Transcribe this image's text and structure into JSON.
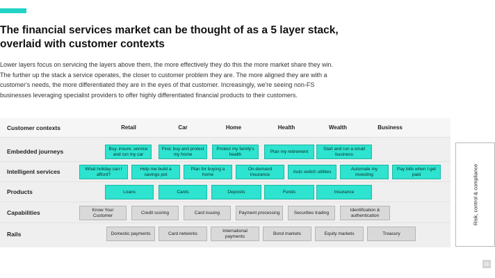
{
  "accent_color": "#22d3c5",
  "title_lines": [
    "The financial services market can be thought of as a 5 layer stack,",
    "overlaid with customer contexts"
  ],
  "body_lines": [
    "Lower layers focus on servicing the layers above them, the more effectively they do this the more market share they win.",
    "The further up the stack a service operates, the closer to customer problem they are. The more aligned they are with a",
    "customer's needs, the more differentiated they are in the eyes of that customer. Increasingly, we're seeing non-FS",
    "businesses leveraging specialist providers to offer highly differentiated financial products to their customers."
  ],
  "header": {
    "label": "Customer contexts",
    "columns": [
      "Retail",
      "Car",
      "Home",
      "Health",
      "Wealth",
      "Business"
    ]
  },
  "layers": [
    {
      "label": "Embedded journeys",
      "cells": [
        {
          "text": "Buy, insure, service and run my car",
          "style": "teal"
        },
        {
          "text": "Find, buy and protect my home",
          "style": "teal"
        },
        {
          "text": "Protect my family's health",
          "style": "teal"
        },
        {
          "text": "Plan my retirement",
          "style": "teal"
        },
        {
          "text": "Start and run a small business",
          "style": "teal"
        }
      ]
    },
    {
      "label": "Intelligent services",
      "cells": [
        {
          "text": "What holiday can I afford?",
          "style": "teal"
        },
        {
          "text": "Help me build a savings pot",
          "style": "teal"
        },
        {
          "text": "Plan for buying a home",
          "style": "teal"
        },
        {
          "text": "On-demand insurance",
          "style": "teal"
        },
        {
          "text": "Auto switch utilities",
          "style": "teal"
        },
        {
          "text": "Automate my investing",
          "style": "teal"
        },
        {
          "text": "Pay bills when I get paid",
          "style": "teal"
        }
      ]
    },
    {
      "label": "Products",
      "cells": [
        {
          "text": "Loans",
          "style": "teal"
        },
        {
          "text": "Cards",
          "style": "teal"
        },
        {
          "text": "Deposits",
          "style": "teal"
        },
        {
          "text": "Funds",
          "style": "teal"
        },
        {
          "text": "Insurance",
          "style": "teal"
        }
      ]
    },
    {
      "label": "Capabilities",
      "cells": [
        {
          "text": "Know Your Customer",
          "style": "grey"
        },
        {
          "text": "Credit scoring",
          "style": "grey"
        },
        {
          "text": "Card issuing",
          "style": "grey"
        },
        {
          "text": "Payment processing",
          "style": "grey"
        },
        {
          "text": "Securities trading",
          "style": "grey"
        },
        {
          "text": "Identification & authentication",
          "style": "grey"
        }
      ]
    },
    {
      "label": "Rails",
      "cells": [
        {
          "text": "Domestic payments",
          "style": "grey"
        },
        {
          "text": "Card networks",
          "style": "grey"
        },
        {
          "text": "International payments",
          "style": "grey"
        },
        {
          "text": "Bond markets",
          "style": "grey"
        },
        {
          "text": "Equity markets",
          "style": "grey"
        },
        {
          "text": "Treasury",
          "style": "grey"
        }
      ]
    }
  ],
  "side_label": "Risk, control & compliance",
  "page_number": "11"
}
